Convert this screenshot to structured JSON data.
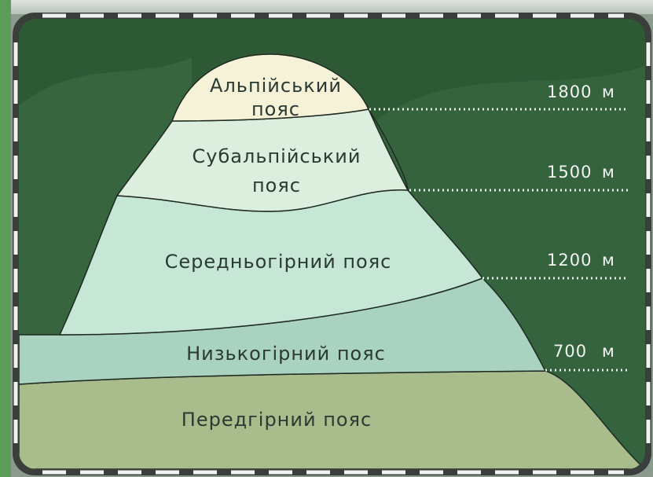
{
  "diagram": {
    "zones": [
      {
        "id": "alpine",
        "lines": [
          "Альпійський",
          "пояс"
        ],
        "color": "#f6f2d8"
      },
      {
        "id": "subalpine",
        "lines": [
          "Субальпійський",
          "пояс"
        ],
        "color": "#dceedd"
      },
      {
        "id": "midmountain",
        "lines": [
          "Середньогірний  пояс"
        ],
        "color": "#c6e6d6"
      },
      {
        "id": "lowmountain",
        "lines": [
          "Низькогірний  пояс"
        ],
        "color": "#a9d3c0"
      },
      {
        "id": "foothill",
        "lines": [
          "Передгірний  пояс"
        ],
        "color": "#a9bd8c"
      }
    ],
    "altitudes": [
      {
        "value": "1800",
        "unit": "м"
      },
      {
        "value": "1500",
        "unit": "м"
      },
      {
        "value": "1200",
        "unit": "м"
      },
      {
        "value": "700",
        "unit": "м"
      }
    ],
    "colors": {
      "background": "#2d5a35",
      "hill_shadow": "#3f6e46",
      "outline": "#1e2a22",
      "dotted_line": "#e8eee8",
      "frame_dash": "#f0f2f0"
    }
  }
}
